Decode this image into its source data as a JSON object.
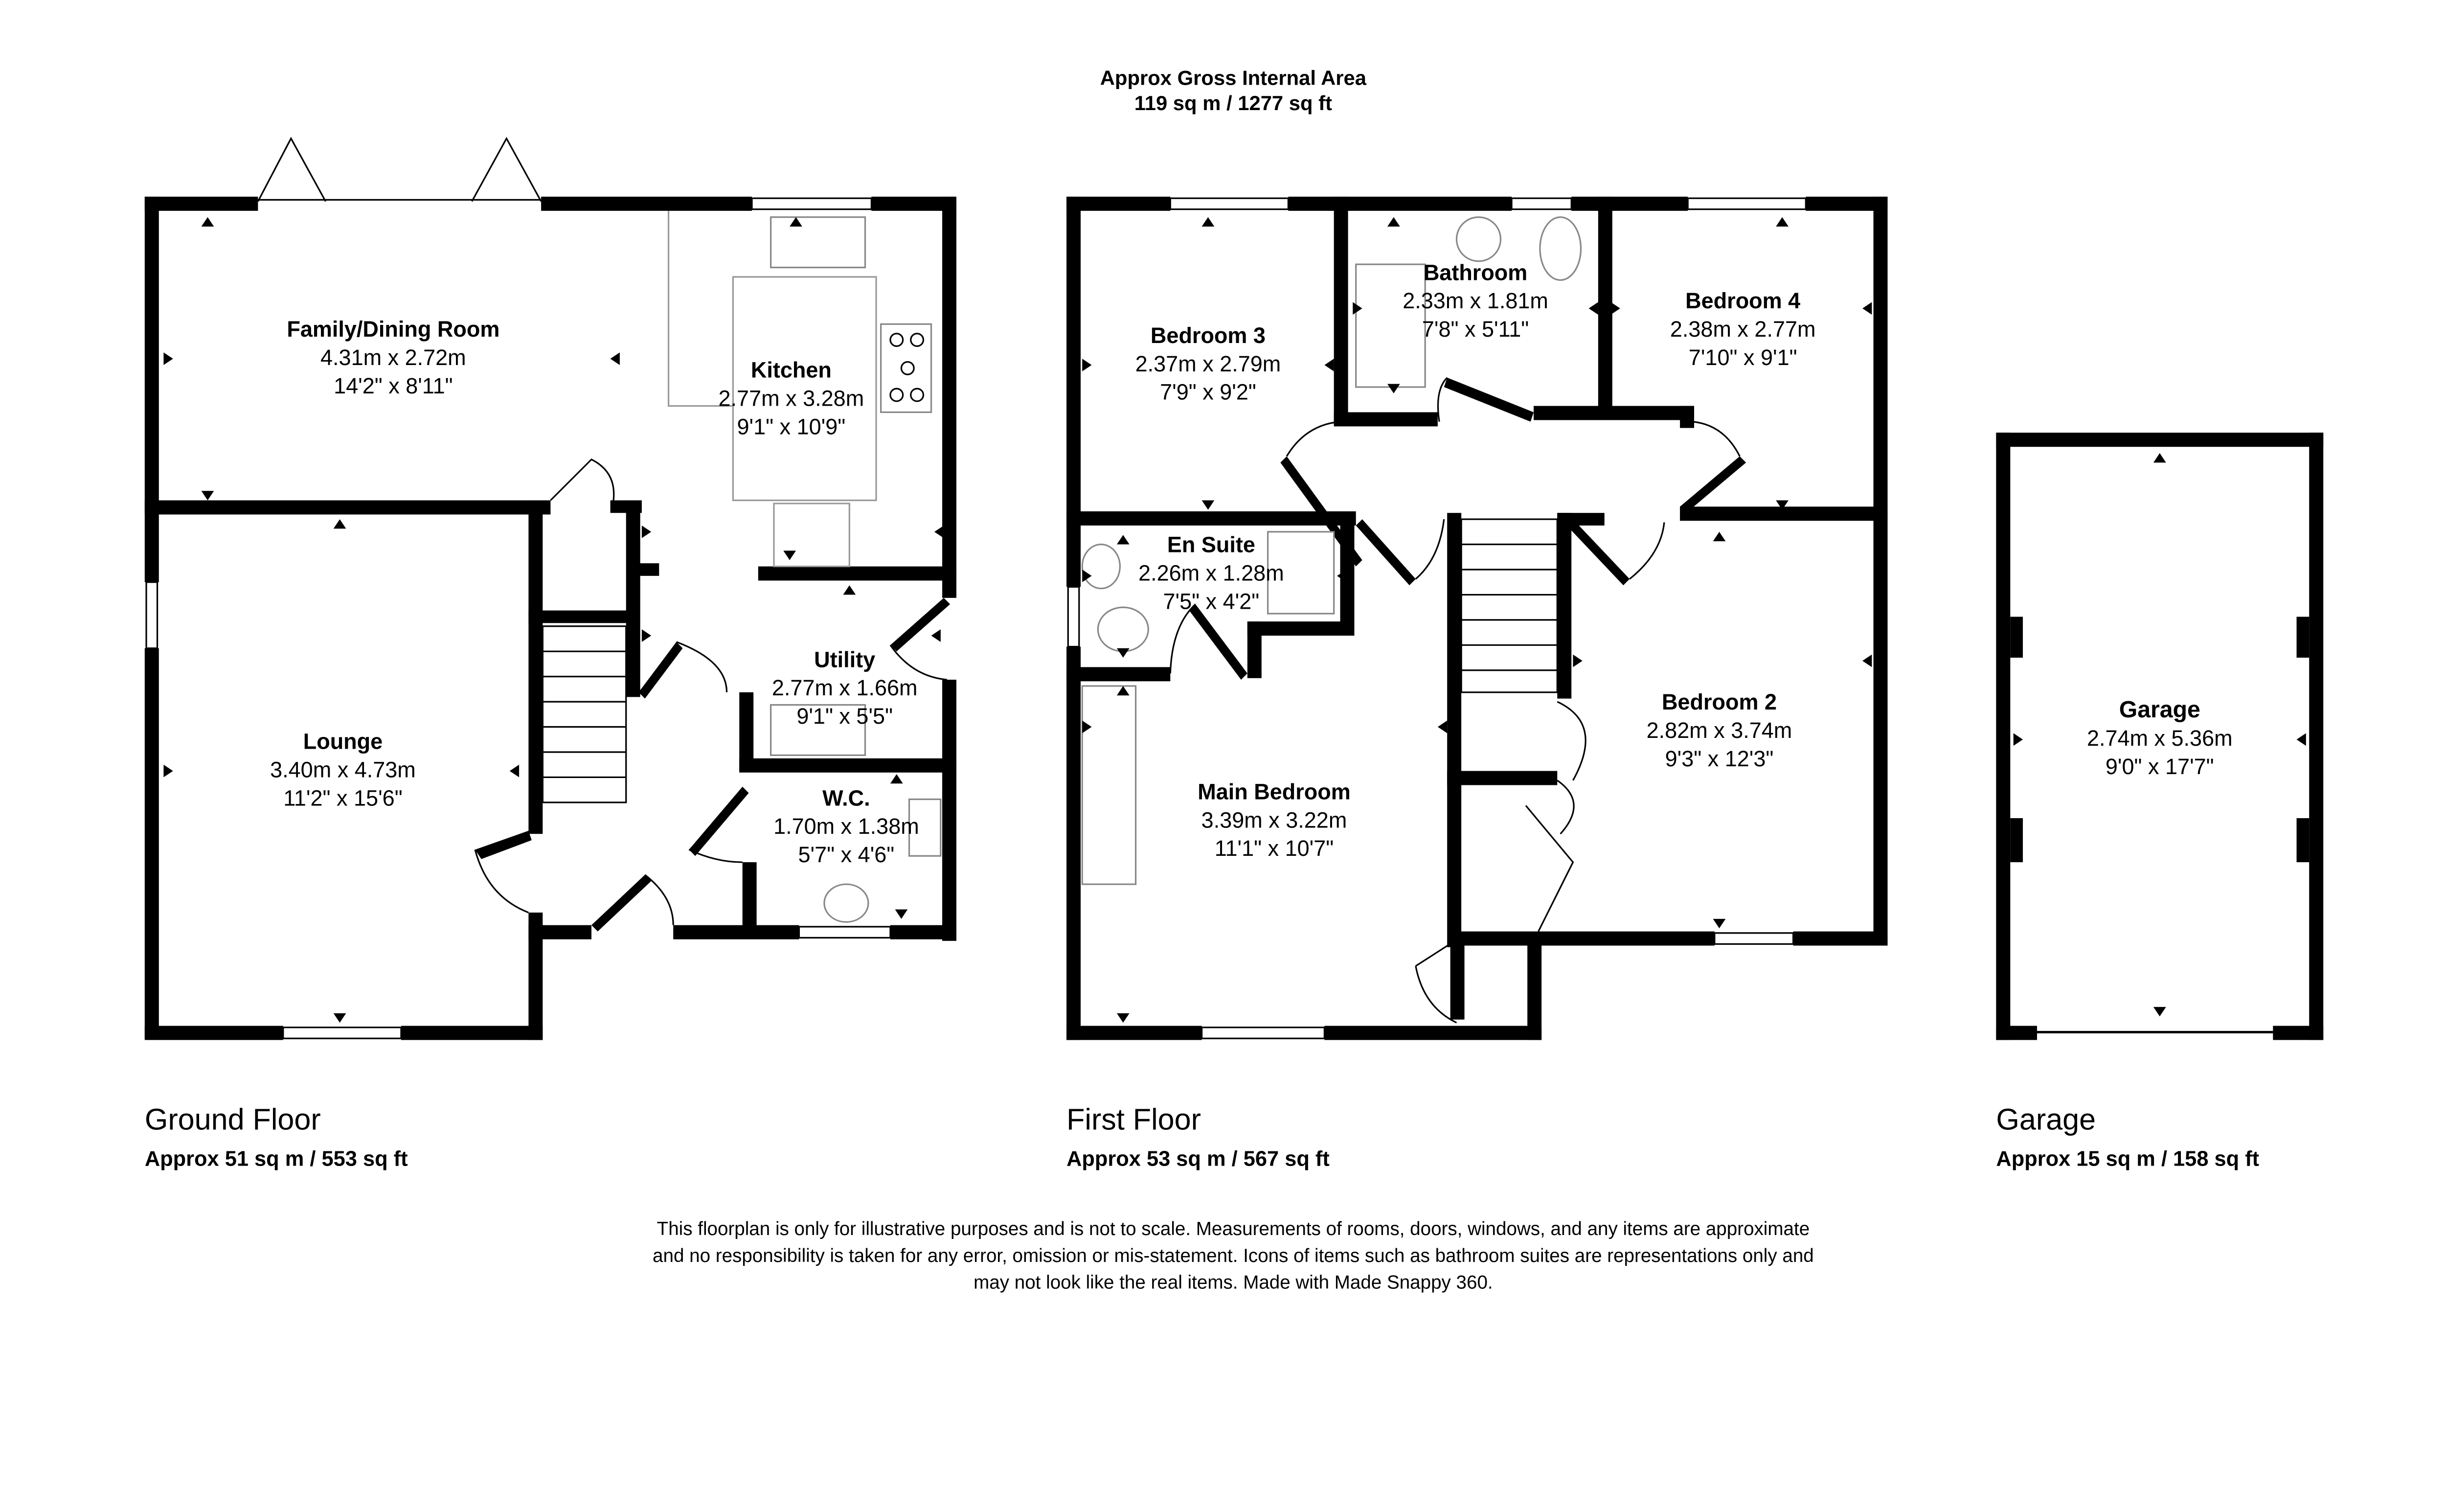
{
  "header": {
    "title": "Approx Gross Internal Area",
    "total_area": "119 sq m / 1277 sq ft"
  },
  "floors": [
    {
      "name": "Ground Floor",
      "area": "Approx 51 sq m / 553 sq ft"
    },
    {
      "name": "First Floor",
      "area": "Approx 53 sq m / 567 sq ft"
    },
    {
      "name": "Garage",
      "area": "Approx 15 sq m / 158 sq ft"
    }
  ],
  "rooms": {
    "family": {
      "name": "Family/Dining Room",
      "metric": "4.31m x 2.72m",
      "imperial": "14'2\" x 8'11\""
    },
    "kitchen": {
      "name": "Kitchen",
      "metric": "2.77m x 3.28m",
      "imperial": "9'1\" x 10'9\""
    },
    "lounge": {
      "name": "Lounge",
      "metric": "3.40m x 4.73m",
      "imperial": "11'2\" x 15'6\""
    },
    "utility": {
      "name": "Utility",
      "metric": "2.77m x 1.66m",
      "imperial": "9'1\" x 5'5\""
    },
    "wc": {
      "name": "W.C.",
      "metric": "1.70m x 1.38m",
      "imperial": "5'7\" x 4'6\""
    },
    "bedroom3": {
      "name": "Bedroom 3",
      "metric": "2.37m x 2.79m",
      "imperial": "7'9\" x 9'2\""
    },
    "bathroom": {
      "name": "Bathroom",
      "metric": "2.33m x 1.81m",
      "imperial": "7'8\" x 5'11\""
    },
    "bedroom4": {
      "name": "Bedroom 4",
      "metric": "2.38m x 2.77m",
      "imperial": "7'10\" x 9'1\""
    },
    "ensuite": {
      "name": "En Suite",
      "metric": "2.26m x 1.28m",
      "imperial": "7'5\" x 4'2\""
    },
    "main": {
      "name": "Main Bedroom",
      "metric": "3.39m x 3.22m",
      "imperial": "11'1\" x 10'7\""
    },
    "bedroom2": {
      "name": "Bedroom 2",
      "metric": "2.82m x 3.74m",
      "imperial": "9'3\" x 12'3\""
    },
    "garage": {
      "name": "Garage",
      "metric": "2.74m x 5.36m",
      "imperial": "9'0\" x 17'7\""
    }
  },
  "disclaimer": [
    "This floorplan is only for illustrative purposes and is not to scale. Measurements of rooms, doors, windows, and any items are approximate",
    "and no responsibility is taken for any error, omission or mis-statement. Icons of items such as bathroom suites are representations only and",
    "may not look like the real items. Made with Made Snappy 360."
  ]
}
